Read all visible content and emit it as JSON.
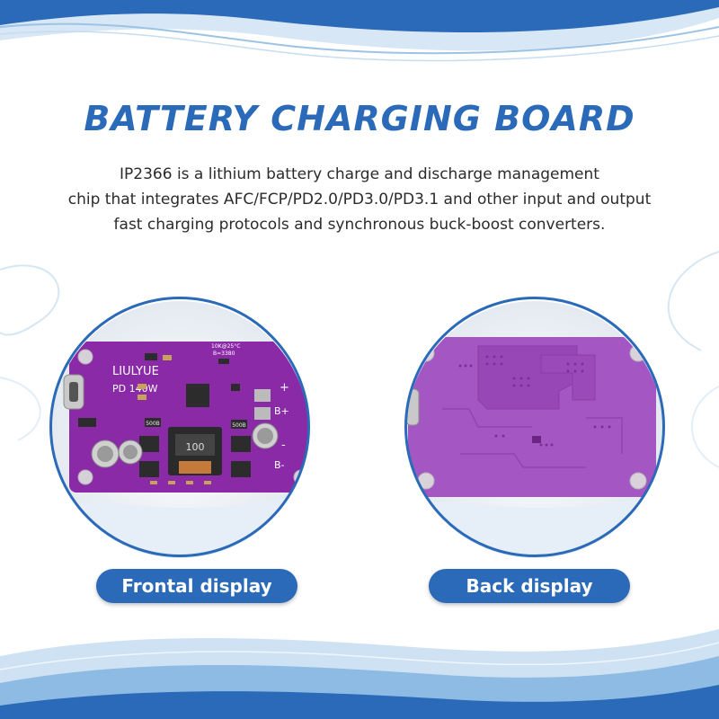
{
  "title": "BATTERY CHARGING BOARD",
  "description": {
    "line1": "IP2366 is a lithium battery charge and discharge management",
    "line2": "chip that integrates AFC/FCP/PD2.0/PD3.0/PD3.1 and other input and output",
    "line3": "fast charging protocols and synchronous buck-boost converters."
  },
  "front_board": {
    "brand": "LIULYUE",
    "model": "PD 140W",
    "inductor": "100",
    "ntc": "10K@25°C",
    "ntc2": "B=3380",
    "cap1": "500B",
    "cap2": "500B",
    "terminal_pos": "B+",
    "terminal_neg": "B-",
    "plus": "+",
    "minus": "-",
    "code": "100"
  },
  "labels": {
    "front": "Frontal display",
    "back": "Back display"
  },
  "colors": {
    "accent": "#2a6ab8",
    "board": "#8a2aa6",
    "board_back": "#a457c2",
    "wave_light": "#bcd7ee",
    "wave_dark": "#2a6ab8"
  }
}
